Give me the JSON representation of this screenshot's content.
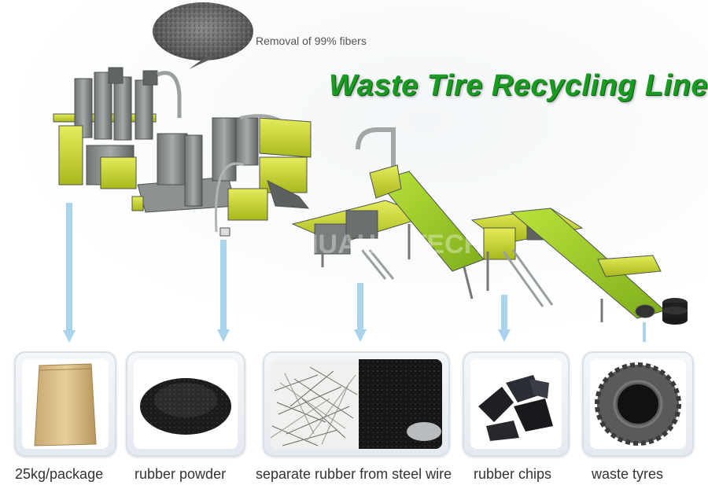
{
  "title": "Waste Tire Recycling Line",
  "bubble": {
    "label": "Removal of 99% fibers",
    "image": "fiber-powder-photo"
  },
  "watermark": "HUAHUI TECH",
  "colors": {
    "title": "#1a9a22",
    "machine": "#c7d52a",
    "frame": "#8a8f8c",
    "arrow": "#a9d4ec"
  },
  "products": [
    {
      "label": "25kg/package",
      "image": "sack-photo"
    },
    {
      "label": "rubber powder",
      "image": "rubber-powder-photo"
    },
    {
      "label": "separate rubber from steel wire",
      "image": "steel-wire-and-granules-photo"
    },
    {
      "label": "rubber chips",
      "image": "rubber-chips-photo"
    },
    {
      "label": "waste tyres",
      "image": "waste-tyre-photo"
    }
  ]
}
